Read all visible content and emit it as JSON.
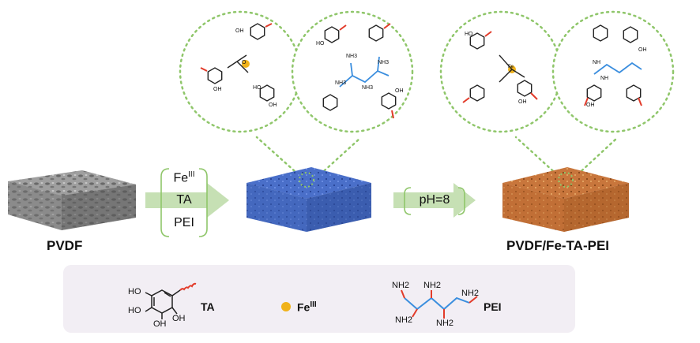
{
  "membranes": {
    "pvdf_label": "PVDF",
    "product_label": "PVDF/Fe-TA-PEI",
    "pristine_color": "#8c8c8c",
    "intermediate_color": "#4a6fc9",
    "product_color": "#c8763c"
  },
  "step1": {
    "reagent_fe": "Fe",
    "reagent_fe_sup": "III",
    "reagent_ta": "TA",
    "reagent_pei": "PEI"
  },
  "step2": {
    "condition": "pH=8"
  },
  "arrow_color": "#c6e0b4",
  "zoom_circle_color": "#8fc66a",
  "legend": {
    "ta_label": "TA",
    "fe_label": "Fe",
    "fe_label_sup": "III",
    "pei_label": "PEI",
    "pei_amine": "NH2",
    "oh": "HO",
    "oh2": "OH",
    "background": "#f2eef4",
    "fe_color": "#f0b21a",
    "pei_chain_color": "#3b8ede",
    "bond_red": "#e23b2a"
  },
  "chem": {
    "oh": "OH",
    "ho": "HO",
    "o": "O",
    "nh": "NH",
    "nh3": "NH3",
    "fe": "Fe"
  }
}
